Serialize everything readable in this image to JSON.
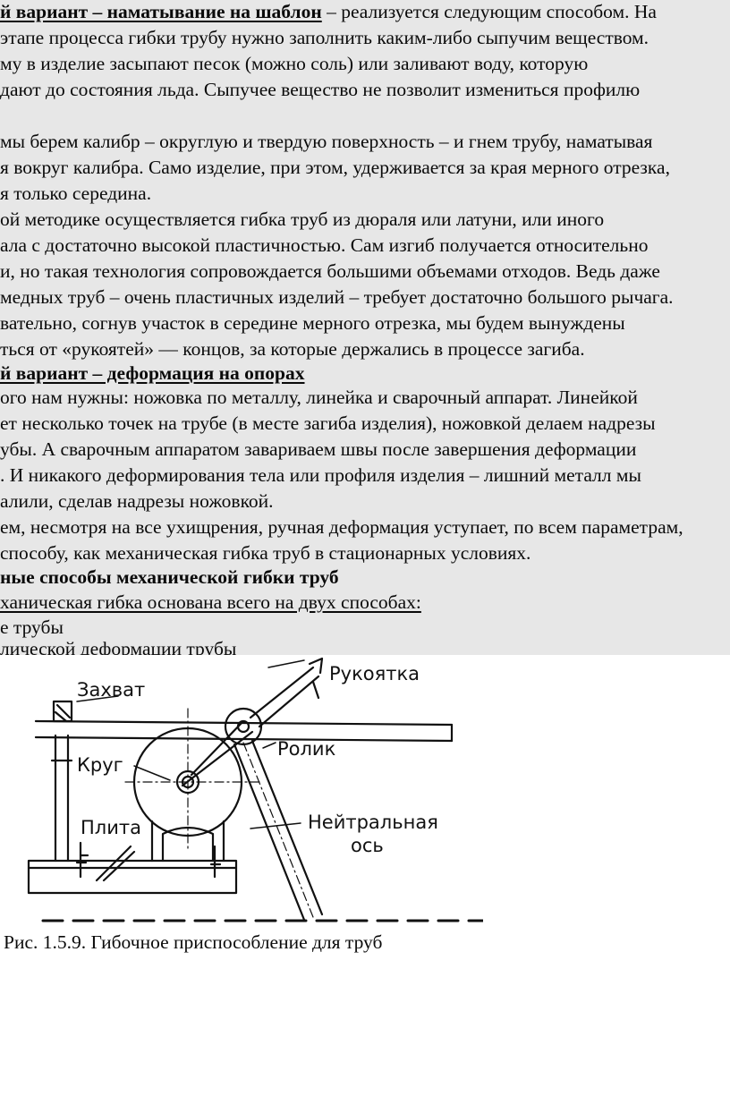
{
  "paragraphs": {
    "l1_bold": "й вариант – наматывание на шаблон",
    "l1_rest": " – реализуется следующим способом. На",
    "l2": " этапе процесса гибки трубу нужно заполнить каким-либо сыпучим веществом.",
    "l3": "му в изделие засыпают песок (можно соль) или заливают воду, которую",
    "l4": "дают до состояния льда. Сыпучее вещество не позволит измениться профилю",
    "l5": "мы берем калибр – округлую и твердую поверхность – и гнем трубу, наматывая",
    "l6": "я вокруг калибра. Само изделие, при этом, удерживается за края мерного отрезка,",
    "l7": "я только середина.",
    "l8": "ой методике осуществляется гибка труб из дюраля или латуни, или иного",
    "l9": "ала с достаточно высокой пластичностью. Сам изгиб получается относительно",
    "l10": "и, но такая технология сопровождается большими объемами отходов. Ведь даже",
    "l11": "медных труб – очень пластичных изделий – требует достаточно большого рычага.",
    "l12": "вательно, согнув участок в середине мерного отрезка, мы будем вынуждены",
    "l13": "ться от «рукоятей» — концов, за которые держались в процессе загиба.",
    "l14_bold": "й вариант – деформация на опорах",
    "l15": "ого нам нужны: ножовка по металлу, линейка и сварочный аппарат. Линейкой",
    "l16": "ет несколько точек на трубе (в месте загиба изделия), ножовкой делаем надрезы",
    "l17": "убы. А сварочным аппаратом завариваем швы после завершения деформации",
    "l18": ". И никакого деформирования тела или профиля изделия – лишний металл мы",
    "l19": "алили, сделав надрезы ножовкой.",
    "l20": "ем, несмотря на все ухищрения, ручная деформация уступает, по всем параметрам,",
    "l21": " способу, как механическая гибка труб в стационарных условиях.",
    "l22_bold": "ные способы механической гибки труб",
    "l23": "ханическая гибка основана всего на двух способах:",
    "l24": "е трубы",
    "l25": "лической деформации трубы"
  },
  "figure": {
    "label_grip": "Захват",
    "label_handle": "Рукоятка",
    "label_roller": "Ролик",
    "label_circle": "Круг",
    "label_plate": "Плита",
    "label_neutral_1": "Нейтральная",
    "label_neutral_2": "ось"
  },
  "caption": "Рис. 1.5.9. Гибочное приспособление для труб"
}
